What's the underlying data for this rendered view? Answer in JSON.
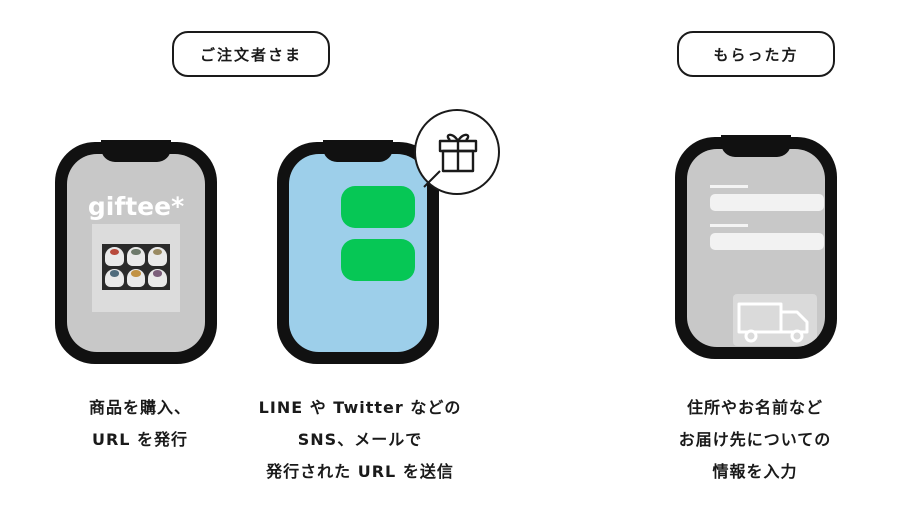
{
  "labels": {
    "buyer": "ご注文者さま",
    "receiver": "もらった方"
  },
  "phone1": {
    "logo": "giftee*"
  },
  "captions": {
    "step1": [
      "商品を購入、",
      "URL を発行"
    ],
    "step2": [
      "LINE や Twitter などの",
      "SNS、メールで",
      "発行された URL を送信"
    ],
    "step3": [
      "住所やお名前など",
      "お届け先についての",
      "情報を入力"
    ]
  },
  "icons": {
    "gift": "gift-icon",
    "truck": "truck-icon"
  },
  "colors": {
    "line_green": "#06c755",
    "chat_screen": "#9dcfea",
    "screen_gray": "#c8c8c8",
    "outline": "#111111"
  }
}
